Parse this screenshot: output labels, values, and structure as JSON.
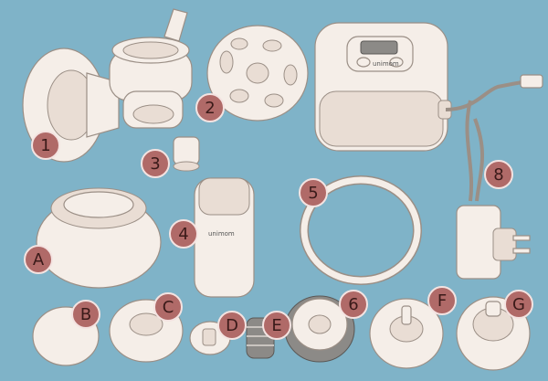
{
  "labels": {
    "part_1": "1",
    "part_2": "2",
    "part_3": "3",
    "part_4": "4",
    "part_5": "5",
    "part_6": "6",
    "part_8": "8",
    "part_a": "A",
    "part_b": "B",
    "part_c": "C",
    "part_d": "D",
    "part_e": "E",
    "part_f": "F",
    "part_g": "G"
  },
  "product_text": {
    "bottle_brand": "unimom",
    "pump_brand": "unimom"
  },
  "colors": {
    "background": "#7fb3c8",
    "badge": "#b06a68",
    "part_fill": "#f5eee8"
  }
}
